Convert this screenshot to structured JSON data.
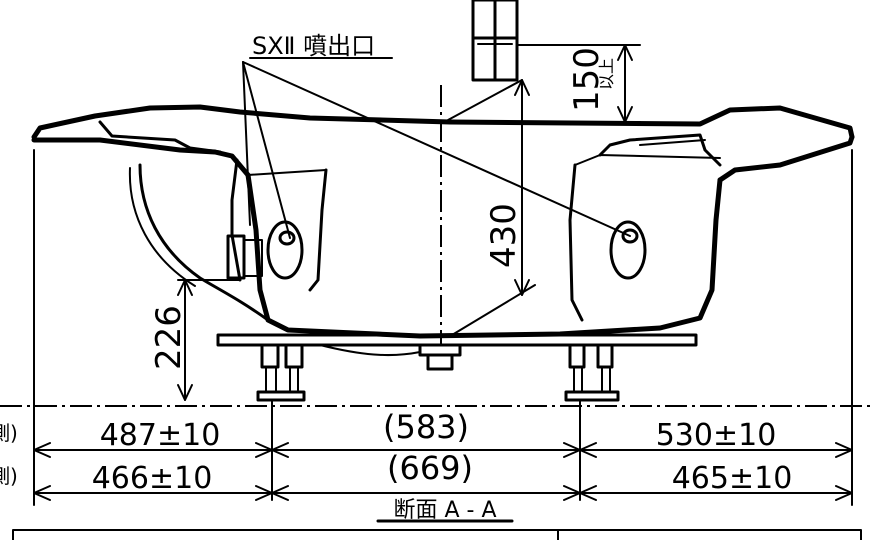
{
  "labels": {
    "nozzle_label": "SXⅡ 噴出口",
    "dim_150": "150",
    "dim_150_note": "以上",
    "dim_430": "430",
    "dim_226": "226",
    "row1_left": "487±10",
    "row1_mid": "(583)",
    "row1_right": "530±10",
    "row2_left": "466±10",
    "row2_mid": "(669)",
    "row2_right": "465±10",
    "row1_edge": "側)",
    "row2_edge": "側)",
    "section_title": "断面 A - A"
  }
}
